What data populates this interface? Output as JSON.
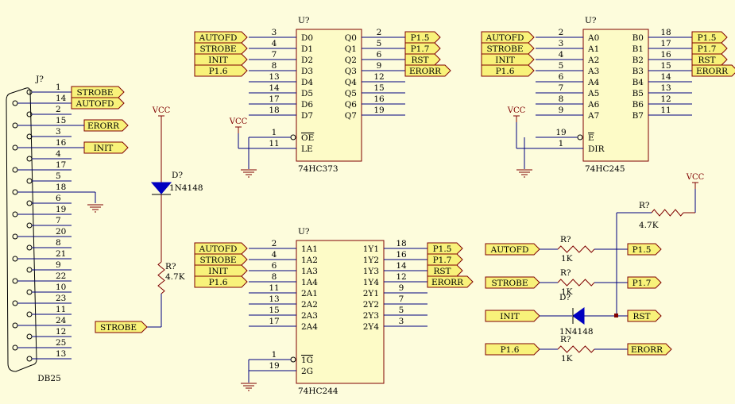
{
  "schematic": {
    "connector": {
      "ref": "J?",
      "part": "DB25",
      "pins": [
        "1",
        "14",
        "2",
        "15",
        "3",
        "16",
        "4",
        "17",
        "5",
        "18",
        "6",
        "19",
        "7",
        "20",
        "8",
        "21",
        "9",
        "22",
        "10",
        "23",
        "11",
        "24",
        "12",
        "25",
        "13"
      ]
    },
    "connector_nets": {
      "STROBE": "STROBE",
      "AUTOFD": "AUTOFD",
      "ERORR": "ERORR",
      "INIT": "INIT"
    },
    "diode_left": {
      "ref": "D?",
      "part": "1N4148"
    },
    "resistor_left": {
      "ref": "R?",
      "value": "4.7K"
    },
    "strobe_left": "STROBE",
    "vcc": "VCC",
    "u373": {
      "ref": "U?",
      "part": "74HC373",
      "left_pins": [
        {
          "num": "3",
          "name": "D0",
          "net": "AUTOFD"
        },
        {
          "num": "4",
          "name": "D1",
          "net": "STROBE"
        },
        {
          "num": "7",
          "name": "D2",
          "net": "INIT"
        },
        {
          "num": "8",
          "name": "D3",
          "net": "P1.6"
        },
        {
          "num": "13",
          "name": "D4"
        },
        {
          "num": "14",
          "name": "D5"
        },
        {
          "num": "17",
          "name": "D6"
        },
        {
          "num": "18",
          "name": "D7"
        }
      ],
      "right_pins": [
        {
          "num": "2",
          "name": "Q0",
          "net": "P1.5"
        },
        {
          "num": "5",
          "name": "Q1",
          "net": "P1.7"
        },
        {
          "num": "6",
          "name": "Q2",
          "net": "RST"
        },
        {
          "num": "9",
          "name": "Q3",
          "net": "ERORR"
        },
        {
          "num": "12",
          "name": "Q4"
        },
        {
          "num": "15",
          "name": "Q5"
        },
        {
          "num": "16",
          "name": "Q6"
        },
        {
          "num": "19",
          "name": "Q7"
        }
      ],
      "ctrl_pins": [
        {
          "num": "1",
          "name": "OE"
        },
        {
          "num": "11",
          "name": "LE"
        }
      ]
    },
    "u245": {
      "ref": "U?",
      "part": "74HC245",
      "left_pins": [
        {
          "num": "2",
          "name": "A0",
          "net": "AUTOFD"
        },
        {
          "num": "3",
          "name": "A1",
          "net": "STROBE"
        },
        {
          "num": "4",
          "name": "A2",
          "net": "INIT"
        },
        {
          "num": "5",
          "name": "A3",
          "net": "P1.6"
        },
        {
          "num": "6",
          "name": "A4"
        },
        {
          "num": "7",
          "name": "A5"
        },
        {
          "num": "8",
          "name": "A6"
        },
        {
          "num": "9",
          "name": "A7"
        }
      ],
      "right_pins": [
        {
          "num": "18",
          "name": "B0",
          "net": "P1.5"
        },
        {
          "num": "17",
          "name": "B1",
          "net": "P1.7"
        },
        {
          "num": "16",
          "name": "B2",
          "net": "RST"
        },
        {
          "num": "15",
          "name": "B3",
          "net": "ERORR"
        },
        {
          "num": "14",
          "name": "B4"
        },
        {
          "num": "13",
          "name": "B5"
        },
        {
          "num": "12",
          "name": "B6"
        },
        {
          "num": "11",
          "name": "B7"
        }
      ],
      "ctrl_pins": [
        {
          "num": "19",
          "name": "E"
        },
        {
          "num": "1",
          "name": "DIR"
        }
      ]
    },
    "u244": {
      "ref": "U?",
      "part": "74HC244",
      "left_pins": [
        {
          "num": "2",
          "name": "1A1",
          "net": "AUTOFD"
        },
        {
          "num": "4",
          "name": "1A2",
          "net": "STROBE"
        },
        {
          "num": "6",
          "name": "1A3",
          "net": "INIT"
        },
        {
          "num": "8",
          "name": "1A4",
          "net": "P1.6"
        },
        {
          "num": "11",
          "name": "2A1"
        },
        {
          "num": "13",
          "name": "2A2"
        },
        {
          "num": "15",
          "name": "2A3"
        },
        {
          "num": "17",
          "name": "2A4"
        }
      ],
      "right_pins": [
        {
          "num": "18",
          "name": "1Y1",
          "net": "P1.5"
        },
        {
          "num": "16",
          "name": "1Y2",
          "net": "P1.7"
        },
        {
          "num": "14",
          "name": "1Y3",
          "net": "RST"
        },
        {
          "num": "12",
          "name": "1Y4",
          "net": "ERORR"
        },
        {
          "num": "9",
          "name": "2Y1"
        },
        {
          "num": "7",
          "name": "2Y2"
        },
        {
          "num": "5",
          "name": "2Y3"
        },
        {
          "num": "3",
          "name": "2Y4"
        }
      ],
      "ctrl_pins": [
        {
          "num": "1",
          "name": "1G"
        },
        {
          "num": "19",
          "name": "2G"
        }
      ]
    },
    "direct": {
      "rows": [
        {
          "left": "AUTOFD",
          "ref": "R?",
          "value": "1K",
          "right": "P1.5"
        },
        {
          "left": "STROBE",
          "ref": "R?",
          "value": "1K",
          "right": "P1.7"
        },
        {
          "left": "INIT",
          "ref": "D?",
          "value": "1N4148",
          "right": "RST"
        },
        {
          "left": "P1.6",
          "ref": "R?",
          "value": "1K",
          "right": "ERORR"
        }
      ],
      "pullup": {
        "ref": "R?",
        "value": "4.7K"
      }
    }
  }
}
